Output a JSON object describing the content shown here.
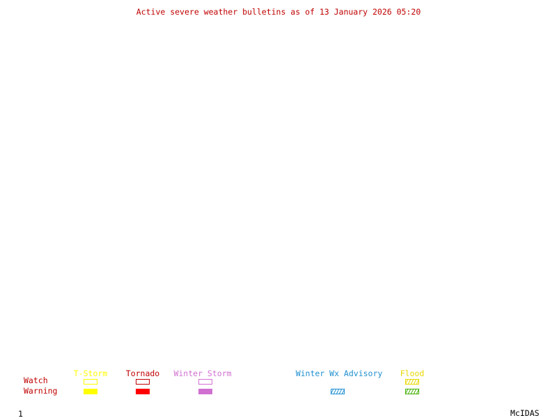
{
  "title": "Active severe weather bulletins as of 13 January 2026 05:20",
  "legend": {
    "row_labels": {
      "watch": "Watch",
      "warning": "Warning"
    },
    "categories": [
      {
        "key": "tstorm",
        "label": "T-Storm",
        "color": "#ffff00",
        "watch_style": "outline",
        "warning_style": "solid"
      },
      {
        "key": "tornado",
        "label": "Tornado",
        "color": "#ff0000",
        "label_color": "#c00000",
        "watch_style": "outline",
        "warning_style": "solid"
      },
      {
        "key": "winter-storm",
        "label": "Winter Storm",
        "color": "#d070d0",
        "watch_style": "outline",
        "warning_style": "solid"
      },
      {
        "key": "winter-wx-advisory",
        "label": "Winter Wx Advisory",
        "color": "#2090d0",
        "watch_style": "none",
        "warning_style": "hatched"
      },
      {
        "key": "flood",
        "label": "Flood",
        "color": "#e8d800",
        "secondary_color": "#40b000",
        "watch_style": "hatched",
        "warning_style": "hatched"
      }
    ]
  },
  "frame_number": "1",
  "brand": "McIDAS"
}
